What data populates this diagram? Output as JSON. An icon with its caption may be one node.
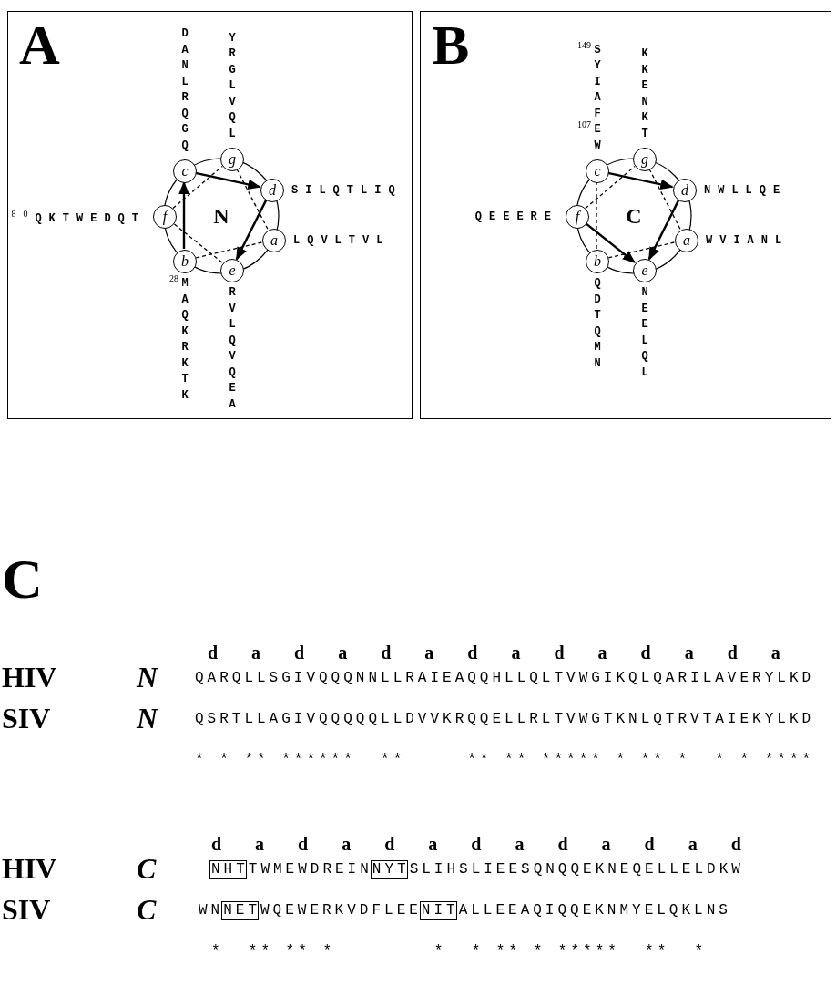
{
  "diagram": {
    "nodes": [
      {
        "text": [
          "A"
        ]
      },
      {
        "text": [
          "c"
        ],
        "in": 0,
        "beside": [
          "DANLRQGQ"
        ]
      },
      {
        "text": [
          "g"
        ],
        "in": 0,
        "beside": [
          "YRGLVQL"
        ]
      },
      {
        "text": [
          "d"
        ],
        "in": 0,
        "beside": [
          "SILQTLIQ"
        ]
      },
      {
        "text": [
          "f"
        ],
        "in": 0,
        "beside": [
          "$^{80}$QKTWEDQT"
        ]
      },
      {
        "text": [
          "a"
        ],
        "in": 0,
        "beside": [
          "LQVLTVL"
        ]
      },
      {
        "text": [
          "b"
        ],
        "in": 0,
        "beside": [
          "$^{28}$MAQKRKTK"
        ]
      },
      {
        "text": [
          "e"
        ],
        "in": 0,
        "beside": [
          "RVLQVQEA"
        ]
      },
      {
        "text": [
          "B"
        ]
      },
      {
        "text": [
          "c"
        ],
        "in": 8,
        "beside": [
          "$^{149}$SYIAFE$^{107}$W"
        ]
      },
      {
        "text": [
          "g"
        ],
        "in": 8,
        "beside": [
          "KKENKT"
        ]
      },
      {
        "text": [
          "d"
        ],
        "in": 8,
        "beside": [
          "NWLLQE"
        ]
      },
      {
        "text": [
          "f"
        ],
        "in": 8,
        "beside": [
          "QEEERE"
        ]
      },
      {
        "text": [
          "a"
        ],
        "in": 8,
        "beside": [
          "WVIANL"
        ]
      },
      {
        "text": [
          "b"
        ],
        "in": 8,
        "beside": [
          "QDTQMN"
        ]
      },
      {
        "text": [
          "e"
        ],
        "in": 8,
        "beside": [
          "NEELQL"
        ]
      }
    ],
    "edges": [
      {
        "from": 6,
        "to": 1,
        "arrow": "to"
      },
      {
        "from": 1,
        "to": 3,
        "arrow": "to"
      },
      {
        "from": 3,
        "to": 7,
        "arrow": "to"
      },
      {
        "from": 7,
        "to": 4,
        "arrow": "none",
        "style": "dashed"
      },
      {
        "from": 4,
        "to": 2,
        "arrow": "none",
        "style": "dashed"
      },
      {
        "from": 2,
        "to": 5,
        "arrow": "none",
        "style": "dashed"
      },
      {
        "from": 5,
        "to": 6,
        "arrow": "none",
        "style": "dashed"
      },
      {
        "from": 9,
        "to": 11,
        "arrow": "to"
      },
      {
        "from": 11,
        "to": 15,
        "arrow": "to"
      },
      {
        "from": 12,
        "to": 15,
        "arrow": "to"
      },
      {
        "from": 12,
        "to": 10,
        "arrow": "none",
        "style": "dashed"
      },
      {
        "from": 10,
        "to": 13,
        "arrow": "none",
        "style": "dashed"
      },
      {
        "from": 13,
        "to": 14,
        "arrow": "none",
        "style": "dashed"
      },
      {
        "from": 14,
        "to": 9,
        "arrow": "none",
        "style": "dashed"
      }
    ],
    "labels": [
      "N",
      "C",
      "C",
      "d a d a d a d a d a d a d a",
      "HIV",
      "N",
      "QARQLLSGIVQQQNNLLRAIEAQQHLLQLTVWGIKQLQARILAVERYLKD",
      "SIV",
      "N",
      "QSRTLLAGIVQQQQQLLDVVKRQQELLRLTVWGTKNLQTRVTAIEKYLKD",
      "* * ** ******  **     ** ** ***** * ** *  * * ****",
      "d a d a d a d a d a d a d",
      "HIV",
      "C",
      "NHTTWMEWDREINNYTSLIHSLIEESQNQQEKNEQELLELDKW",
      "SIV",
      "C",
      "WNNETWQEWERKVDFLEENITALLEEAQIQQEKNMYELQKLNS",
      "*  ** ** *        *  * ** * *****  **  *"
    ]
  }
}
